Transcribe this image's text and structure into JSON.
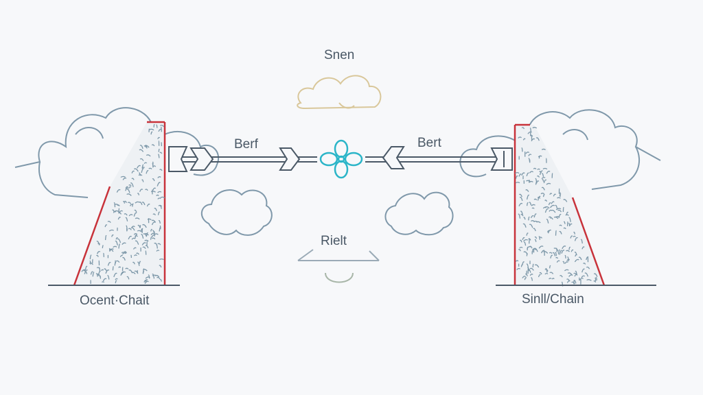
{
  "labels": {
    "top": "Snen",
    "left_link": "Berf",
    "right_link": "Bert",
    "middle": "Rielt",
    "left_base": "Ocent·Chait",
    "right_base": "Sinll/Chain"
  },
  "icons": {
    "center": "flower-node-icon",
    "top_cloud": "cloud-icon"
  },
  "colors": {
    "background": "#f7f8fa",
    "line": "#4a5866",
    "cloud": "#7f98aa",
    "accent_red": "#c8323a",
    "center_node": "#2bb5c8",
    "top_cloud": "#d9c79a",
    "speckle": "#7c97a8"
  }
}
